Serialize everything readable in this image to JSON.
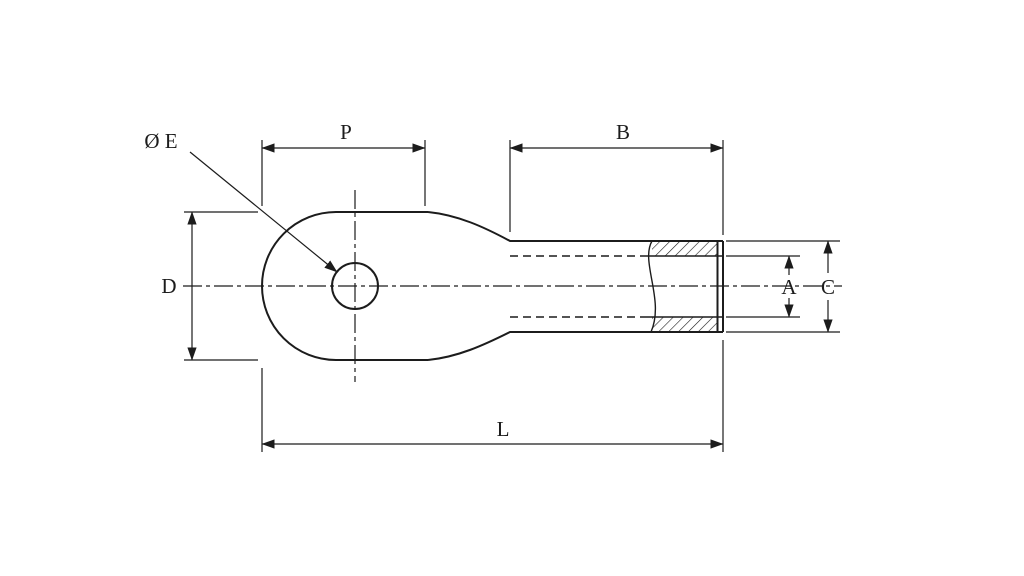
{
  "colors": {
    "background": "#ffffff",
    "line": "#1c1c1c"
  },
  "drawing": {
    "type": "technical-dimension-drawing",
    "labels": {
      "hole_diameter": "Ø E",
      "pad_length": "P",
      "barrel_length": "B",
      "pad_height": "D",
      "bore_diameter": "A",
      "barrel_diameter": "C",
      "overall_length": "L"
    }
  }
}
